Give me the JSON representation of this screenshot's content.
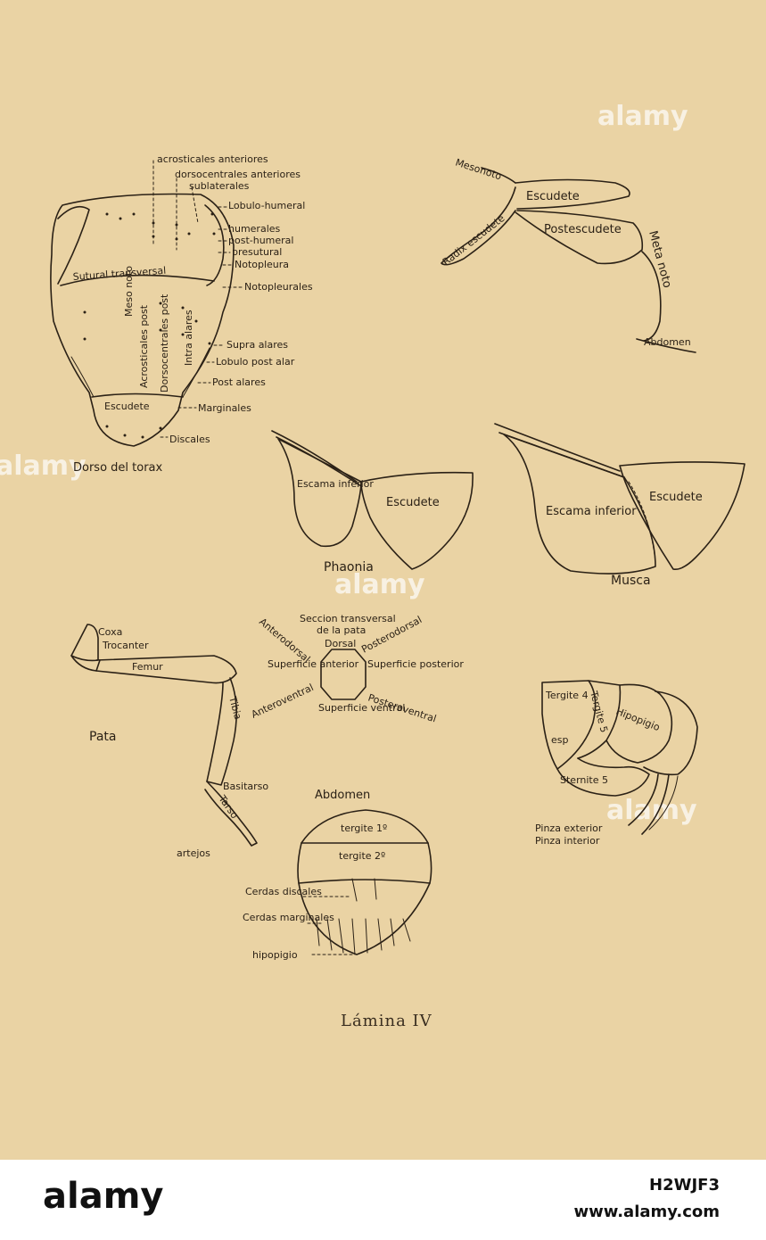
{
  "plate_title": "Lámina IV",
  "watermark": "alamy",
  "footer": {
    "logo": "alamy",
    "image_id": "H2WJF3",
    "url": "www.alamy.com"
  },
  "thorax": {
    "caption": "Dorso del torax",
    "labels": {
      "acrosticales_anteriores": "acrosticales anteriores",
      "dorsocentrales_anteriores": "dorsocentrales anteriores",
      "sublaterales": "sublaterales",
      "lobulo_humeral": "Lobulo-humeral",
      "humerales": "humerales",
      "post_humeral": "post-humeral",
      "presutural": "presutural",
      "notopleura": "Notopleura",
      "notopleurales": "Notopleurales",
      "supra_alares": "Supra alares",
      "lobulo_post_alar": "Lobulo post alar",
      "post_alares": "Post alares",
      "marginales": "Marginales",
      "discales": "Discales",
      "mesonoto": "Meso noto",
      "sutural_transversal": "Sutural transversal",
      "acrosticales_post": "Acrosticales post",
      "dorsocentrales_post": "Dorsocentrales post",
      "intra_alares": "Intra alares",
      "escudete": "Escudete"
    }
  },
  "lateral": {
    "mesonoto": "Mesonoto",
    "escudete": "Escudete",
    "postescudete": "Postescudete",
    "metanoto": "Meta noto",
    "radix": "Radix escudete",
    "abdomen": "Abdomen"
  },
  "phaonia": {
    "caption": "Phaonia",
    "escama": "Escama inferior",
    "escudete": "Escudete"
  },
  "musca": {
    "caption": "Musca",
    "escama": "Escama inferior",
    "escudete": "Escudete"
  },
  "pata": {
    "caption": "Pata",
    "coxa": "Coxa",
    "trocanter": "Trocanter",
    "femur": "Femur",
    "tibia": "Tibia",
    "basitarso": "Basitarso",
    "tarso": "Tarso",
    "artejos": "artejos"
  },
  "seccion": {
    "title_1": "Seccion transversal",
    "title_2": "de la pata",
    "anterodorsal": "Anterodorsal",
    "dorsal": "Dorsal",
    "posterodorsal": "Posterodorsal",
    "sup_anterior": "Superficie anterior",
    "sup_posterior": "Superficie posterior",
    "anteroventral": "Anteroventral",
    "sup_ventral": "Superficie ventral",
    "posteroventral": "Posteroventral"
  },
  "abdomen": {
    "caption": "Abdomen",
    "tergite1": "tergite 1º",
    "tergite2": "tergite 2º",
    "cerdas_discales": "Cerdas discales",
    "cerdas_marginales": "Cerdas marginales",
    "hipopigio": "hipopigio"
  },
  "genitalia": {
    "tergite4": "Tergite 4",
    "tergite5": "Tergite 5",
    "hipopigio": "Hipopigio",
    "esp": "esp",
    "sternite5": "Sternite 5",
    "pinza_exterior": "Pinza exterior",
    "pinza_interior": "Pinza interior"
  }
}
